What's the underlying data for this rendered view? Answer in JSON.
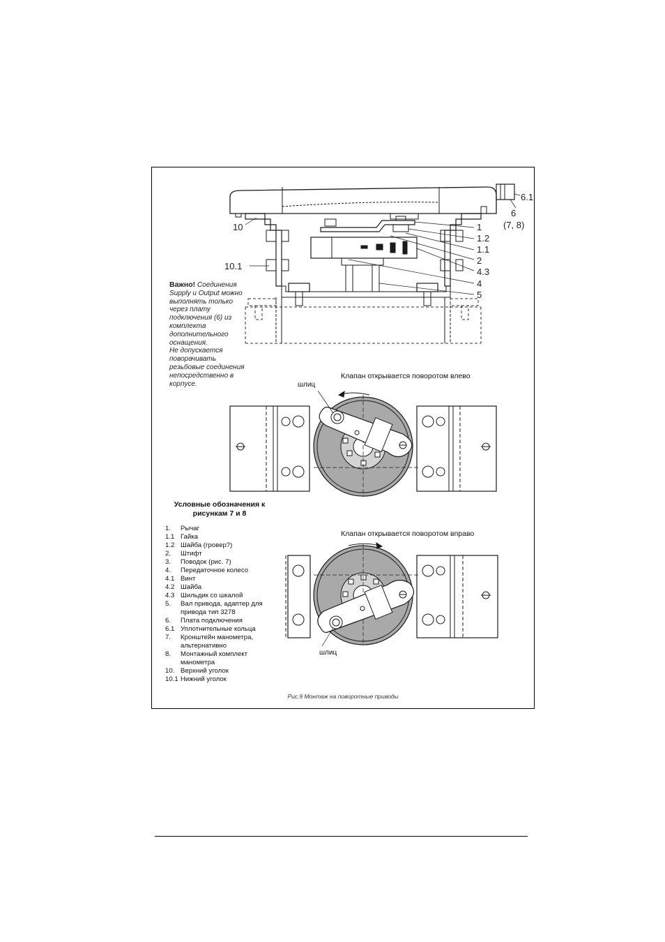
{
  "callouts": {
    "c_6_1": "6.1",
    "c_6": "6",
    "c_7_8": "(7, 8)",
    "c_10": "10",
    "c_1": "1",
    "c_1_2": "1.2",
    "c_1_1": "1.1",
    "c_2": "2",
    "c_4_3": "4.3",
    "c_4": "4",
    "c_10_1": "10.1",
    "c_5": "5"
  },
  "note": {
    "bold": "Важно!",
    "lines": [
      "Соединения",
      "Supply и Output можно",
      "выполнять только",
      "через плату",
      "подключения (6) из",
      "комплекта",
      "дополнительного",
      "оснащения.",
      "Не допускается",
      "поворачивать",
      "резьбовые соединения",
      "непосредственно в",
      "корпусе."
    ]
  },
  "views": {
    "left_caption": "Клапан открывается поворотом влево",
    "right_caption": "Клапан открывается поворотом вправо",
    "slot_label_top": "шлиц",
    "slot_label_bottom": "шлиц"
  },
  "legend": {
    "title_line1": "Условные обозначения к",
    "title_line2": "рисункам 7 и 8",
    "items": [
      {
        "num": "1.",
        "text": [
          "Рычаг"
        ]
      },
      {
        "num": "1.1",
        "text": [
          "Гайка"
        ]
      },
      {
        "num": "1.2",
        "text": [
          "Шайба (гровер?)"
        ]
      },
      {
        "num": "2.",
        "text": [
          "Штифт"
        ]
      },
      {
        "num": "3.",
        "text": [
          "Поводок (рис. 7)"
        ]
      },
      {
        "num": "4.",
        "text": [
          "Передаточное колесо"
        ]
      },
      {
        "num": "4.1",
        "text": [
          "Винт"
        ]
      },
      {
        "num": "4.2",
        "text": [
          "Шайба"
        ]
      },
      {
        "num": "4.3",
        "text": [
          "Шильдик со шкалой"
        ]
      },
      {
        "num": "5.",
        "text": [
          "Вал привода, адаптер для",
          "привода тип 3278"
        ]
      },
      {
        "num": "6.",
        "text": [
          "Плата подключения"
        ]
      },
      {
        "num": "6.1",
        "text": [
          "Уплотнительные кольца"
        ]
      },
      {
        "num": "7.",
        "text": [
          "Кронштейн манометра,",
          "альтернативно"
        ]
      },
      {
        "num": "8.",
        "text": [
          "Монтажный комплект",
          "манометра"
        ]
      },
      {
        "num": "10.",
        "text": [
          "Верхний уголок"
        ]
      },
      {
        "num": "10.1",
        "text": [
          "Нижний уголок"
        ]
      }
    ]
  },
  "figure_caption": "Рис.9 Монтаж на поворотные приводы",
  "colors": {
    "ink": "#1a1a1a",
    "wheel_fill": "#a9a9a9",
    "hub_fill": "#d4d4d4"
  }
}
